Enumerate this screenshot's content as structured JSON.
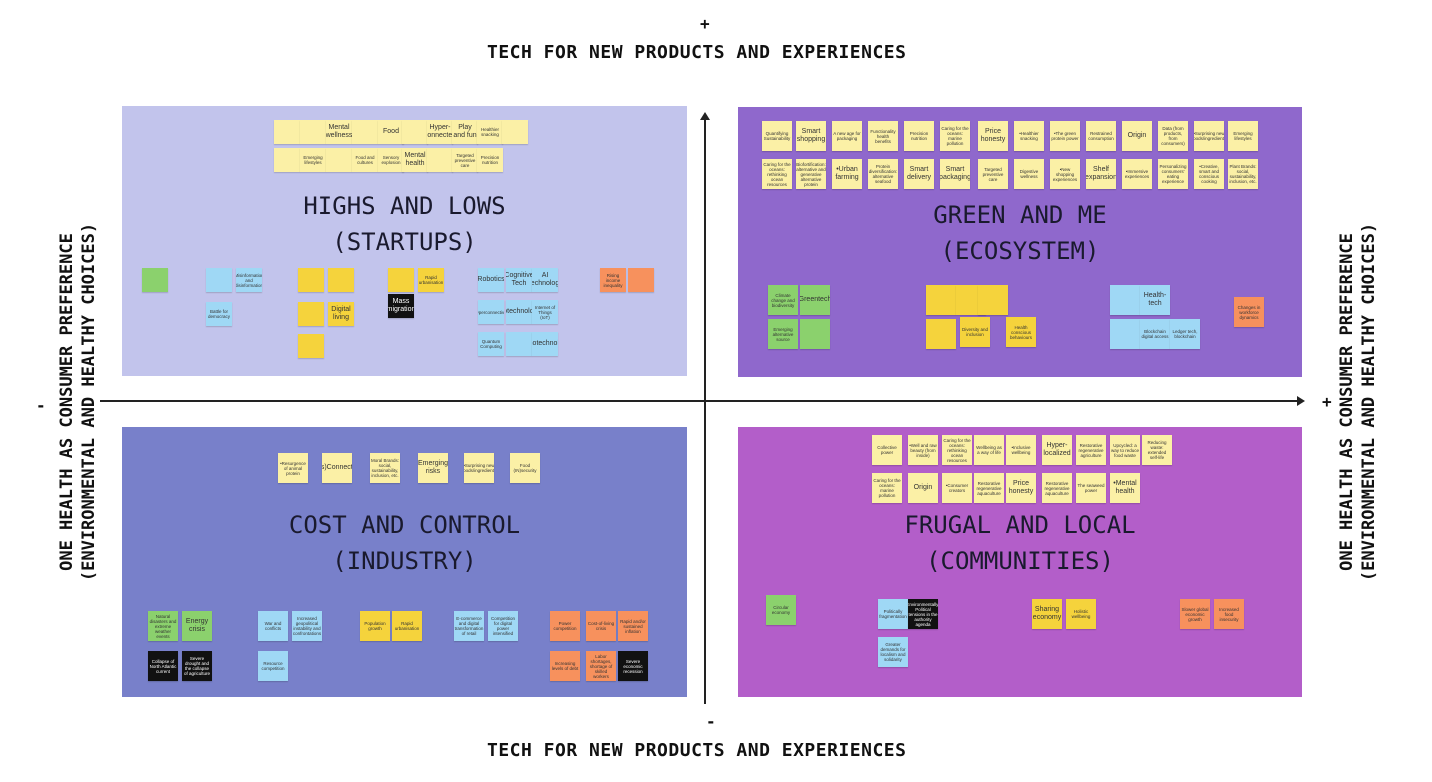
{
  "axes": {
    "top_sign": "+",
    "top_label": "TECH FOR NEW PRODUCTS AND EXPERIENCES",
    "bottom_sign": "-",
    "bottom_label": "TECH FOR NEW PRODUCTS AND EXPERIENCES",
    "left_sign": "-",
    "right_sign": "+",
    "side_line1": "ONE HEALTH AS CONSUMER PREFERENCE",
    "side_line2": "(ENVIRONMENTAL AND HEALTHY CHOICES)"
  },
  "quadrants": {
    "top_left": {
      "title1": "HIGHS AND LOWS",
      "title2": "(STARTUPS)",
      "color": "#c2c4ec",
      "notes": [
        {
          "text": "",
          "color": "yellow"
        },
        {
          "text": "",
          "color": "yellow"
        },
        {
          "text": "Mental wellness",
          "color": "yellow"
        },
        {
          "text": "",
          "color": "yellow"
        },
        {
          "text": "Food",
          "color": "yellow"
        },
        {
          "text": "",
          "color": "yellow"
        },
        {
          "text": "Hyper-connected",
          "color": "yellow"
        },
        {
          "text": "Play and fun",
          "color": "yellow"
        },
        {
          "text": "Healthier snacking",
          "color": "yellow"
        },
        {
          "text": "",
          "color": "yellow"
        },
        {
          "text": "",
          "color": "yellow"
        },
        {
          "text": "Emerging lifestyles",
          "color": "yellow"
        },
        {
          "text": "",
          "color": "yellow"
        },
        {
          "text": "Food and cultures",
          "color": "yellow"
        },
        {
          "text": "Sensory explosion",
          "color": "yellow"
        },
        {
          "text": "Mental health",
          "color": "yellow"
        },
        {
          "text": "",
          "color": "yellow"
        },
        {
          "text": "Targeted preventive care",
          "color": "yellow"
        },
        {
          "text": "Precision nutrition",
          "color": "yellow"
        },
        {
          "text": "",
          "color": "green"
        },
        {
          "text": "",
          "color": "blue"
        },
        {
          "text": "Misinformation and disinformation",
          "color": "blue"
        },
        {
          "text": "Battle for democracy",
          "color": "blue"
        },
        {
          "text": "",
          "color": "gold"
        },
        {
          "text": "",
          "color": "gold"
        },
        {
          "text": "Digital living",
          "color": "gold"
        },
        {
          "text": "",
          "color": "gold"
        },
        {
          "text": "",
          "color": "gold"
        },
        {
          "text": "Mass migration",
          "color": "black"
        },
        {
          "text": "",
          "color": "gold"
        },
        {
          "text": "Rapid urbanisation",
          "color": "gold"
        },
        {
          "text": "Robotics",
          "color": "blue"
        },
        {
          "text": "Cognitive Tech",
          "color": "blue"
        },
        {
          "text": "AI Technology",
          "color": "blue"
        },
        {
          "text": "Hyperconnectivity",
          "color": "blue"
        },
        {
          "text": "Biotechnology",
          "color": "blue"
        },
        {
          "text": "Internet of Things (IoT)",
          "color": "blue"
        },
        {
          "text": "Quantum Computing",
          "color": "blue"
        },
        {
          "text": "",
          "color": "blue"
        },
        {
          "text": "Nanotechnology",
          "color": "blue"
        },
        {
          "text": "Rising income inequality",
          "color": "orange"
        },
        {
          "text": "",
          "color": "orange"
        }
      ]
    },
    "top_right": {
      "title1": "GREEN AND ME",
      "title2": "(ECOSYSTEM)",
      "color": "#8f68cc",
      "notes": [
        {
          "text": "Quantifying Sustainability",
          "color": "yellow"
        },
        {
          "text": "Smart shopping",
          "color": "yellow"
        },
        {
          "text": "A new age for packaging",
          "color": "yellow"
        },
        {
          "text": "Functionality health benefits",
          "color": "yellow"
        },
        {
          "text": "Precision nutrition",
          "color": "yellow"
        },
        {
          "text": "Caring for the oceans: marine pollution",
          "color": "yellow"
        },
        {
          "text": "Price honesty",
          "color": "yellow"
        },
        {
          "text": "•Healthier snacking",
          "color": "yellow"
        },
        {
          "text": "•The green protein power",
          "color": "yellow"
        },
        {
          "text": "Restrained consumption",
          "color": "yellow"
        },
        {
          "text": "Origin",
          "color": "yellow"
        },
        {
          "text": "Data (from products, from consumers)",
          "color": "yellow"
        },
        {
          "text": "•Surprising new foods/ingredients",
          "color": "yellow"
        },
        {
          "text": "Emerging lifestyles",
          "color": "yellow"
        },
        {
          "text": "Caring for the oceans: rethinking ocean resources",
          "color": "yellow"
        },
        {
          "text": "Biofortification: alternative and generative alternative protein",
          "color": "yellow"
        },
        {
          "text": "•Urban farming",
          "color": "yellow"
        },
        {
          "text": "Protein diversification: alternative seafood",
          "color": "yellow"
        },
        {
          "text": "Smart delivery",
          "color": "yellow"
        },
        {
          "text": "Smart packaging",
          "color": "yellow"
        },
        {
          "text": "Targeted preventive care",
          "color": "yellow"
        },
        {
          "text": "Digestive wellness",
          "color": "yellow"
        },
        {
          "text": "•New shopping experiences",
          "color": "yellow"
        },
        {
          "text": "Shelf expansion",
          "color": "yellow"
        },
        {
          "text": "•Immersive experiences",
          "color": "yellow"
        },
        {
          "text": "Personalizing consumers' eating experience",
          "color": "yellow"
        },
        {
          "text": "•Creative, smart and conscious cooking",
          "color": "yellow"
        },
        {
          "text": "Plant Brands: social, sustainability, inclusion, etc.",
          "color": "yellow"
        },
        {
          "text": "Climate change and biodiversity",
          "color": "green"
        },
        {
          "text": "Greentech",
          "color": "green"
        },
        {
          "text": "Emerging alternative source",
          "color": "green"
        },
        {
          "text": "",
          "color": "green"
        },
        {
          "text": "",
          "color": "gold"
        },
        {
          "text": "",
          "color": "gold"
        },
        {
          "text": "",
          "color": "gold"
        },
        {
          "text": "",
          "color": "gold"
        },
        {
          "text": "Diversity and inclusion",
          "color": "gold"
        },
        {
          "text": "Health conscious behaviours",
          "color": "gold"
        },
        {
          "text": "",
          "color": "blue"
        },
        {
          "text": "Health-tech",
          "color": "blue"
        },
        {
          "text": "",
          "color": "blue"
        },
        {
          "text": "Blockchain digital access",
          "color": "blue"
        },
        {
          "text": "Ledger tech, blockchain",
          "color": "blue"
        },
        {
          "text": "Changes in workforce dynamics",
          "color": "orange"
        }
      ]
    },
    "bottom_left": {
      "title1": "COST AND CONTROL",
      "title2": "(INDUSTRY)",
      "color": "#7880ca",
      "notes": [
        {
          "text": "•Resurgence of animal protein",
          "color": "yellow"
        },
        {
          "text": "(Dis)Connection",
          "color": "yellow"
        },
        {
          "text": "Moral Brands: social, sustainability, inclusion, etc.",
          "color": "yellow"
        },
        {
          "text": "Emerging risks",
          "color": "yellow"
        },
        {
          "text": "•Surprising new foods/ingredients",
          "color": "yellow"
        },
        {
          "text": "Food (IN)security",
          "color": "yellow"
        },
        {
          "text": "Natural disasters and extreme weather events",
          "color": "green"
        },
        {
          "text": "Energy crisis",
          "color": "green"
        },
        {
          "text": "Collapse of North Atlantic current",
          "color": "black"
        },
        {
          "text": "Severe drought and the collapse of agriculture",
          "color": "black"
        },
        {
          "text": "War and conflicts",
          "color": "blue"
        },
        {
          "text": "Increased geopolitical instability and confrontations",
          "color": "blue"
        },
        {
          "text": "Resource competition",
          "color": "blue"
        },
        {
          "text": "Population growth",
          "color": "gold"
        },
        {
          "text": "Rapid urbanisation",
          "color": "gold"
        },
        {
          "text": "E-commerce and digital transformation of retail",
          "color": "blue"
        },
        {
          "text": "Competition for digital power intensified",
          "color": "blue"
        },
        {
          "text": "Power competition",
          "color": "orange"
        },
        {
          "text": "Cost-of-living crisis",
          "color": "orange"
        },
        {
          "text": "Rapid and/or sustained inflation",
          "color": "orange"
        },
        {
          "text": "Increasing levels of debt",
          "color": "orange"
        },
        {
          "text": "Labor shortages, shortage of skilled workers",
          "color": "orange"
        },
        {
          "text": "Severe economic recession",
          "color": "black"
        }
      ]
    },
    "bottom_right": {
      "title1": "FRUGAL AND LOCAL",
      "title2": "(COMMUNITIES)",
      "color": "#b35ec9",
      "notes": [
        {
          "text": "Collective power",
          "color": "yellow"
        },
        {
          "text": "•Well and raw beauty (from inside)",
          "color": "yellow"
        },
        {
          "text": "Caring for the oceans: rethinking ocean resources",
          "color": "yellow"
        },
        {
          "text": "Wellbeing as a way of life",
          "color": "yellow"
        },
        {
          "text": "•Inclusive wellbeing",
          "color": "yellow"
        },
        {
          "text": "Hyper-localized",
          "color": "yellow"
        },
        {
          "text": "Restorative regenerative agriculture",
          "color": "yellow"
        },
        {
          "text": "Upcycled: a way to reduce food waste",
          "color": "yellow"
        },
        {
          "text": "Reducing waste: extended self-life",
          "color": "yellow"
        },
        {
          "text": "Caring for the oceans: marine pollution",
          "color": "yellow"
        },
        {
          "text": "Origin",
          "color": "yellow"
        },
        {
          "text": "•Consumer creators",
          "color": "yellow"
        },
        {
          "text": "Restorative regenerative aquaculture",
          "color": "yellow"
        },
        {
          "text": "Price honesty",
          "color": "yellow"
        },
        {
          "text": "Restorative regenerative aquaculture",
          "color": "yellow"
        },
        {
          "text": "The seaweed power",
          "color": "yellow"
        },
        {
          "text": "•Mental health",
          "color": "yellow"
        },
        {
          "text": "Circular economy",
          "color": "green"
        },
        {
          "text": "Politically fragmentation",
          "color": "blue"
        },
        {
          "text": "Environmentally: Political tensions in the authority agenda",
          "color": "black"
        },
        {
          "text": "Greater demands for localism and solidarity",
          "color": "blue"
        },
        {
          "text": "Sharing economy",
          "color": "gold"
        },
        {
          "text": "Holistic wellbeing",
          "color": "gold"
        },
        {
          "text": "Slower global economic growth",
          "color": "orange"
        },
        {
          "text": "Increased food insecurity",
          "color": "orange"
        }
      ]
    }
  }
}
